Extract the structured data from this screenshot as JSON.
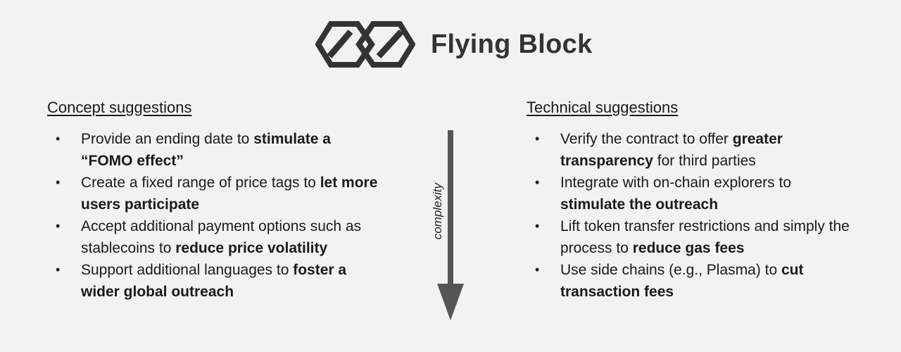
{
  "logo": {
    "text": "Flying Block"
  },
  "left": {
    "title": "Concept suggestions",
    "items": [
      {
        "plain": "Provide an ending date to ",
        "bold": "stimulate a “FOMO effect”",
        "after": ""
      },
      {
        "plain": "Create a fixed range of price tags to ",
        "bold": "let more users participate",
        "after": ""
      },
      {
        "plain": "Accept additional payment options such as stablecoins to ",
        "bold": "reduce price volatility",
        "after": ""
      },
      {
        "plain": "Support additional languages to ",
        "bold": "foster a wider global outreach",
        "after": ""
      }
    ]
  },
  "right": {
    "title": "Technical suggestions",
    "items": [
      {
        "plain": "Verify the contract to offer ",
        "bold": "greater transparency",
        "after": " for third parties"
      },
      {
        "plain": "Integrate with on-chain explorers to ",
        "bold": "stimulate the outreach",
        "after": ""
      },
      {
        "plain": "Lift token transfer restrictions and simply the process to ",
        "bold": "reduce gas fees",
        "after": ""
      },
      {
        "plain": "Use side chains (e.g., Plasma) to ",
        "bold": "cut transaction fees",
        "after": ""
      }
    ]
  },
  "arrow": {
    "label": "complexity",
    "color": "#555555"
  },
  "colors": {
    "background": "#f2f2f2",
    "text": "#1a1a1a",
    "logo": "#333333"
  }
}
